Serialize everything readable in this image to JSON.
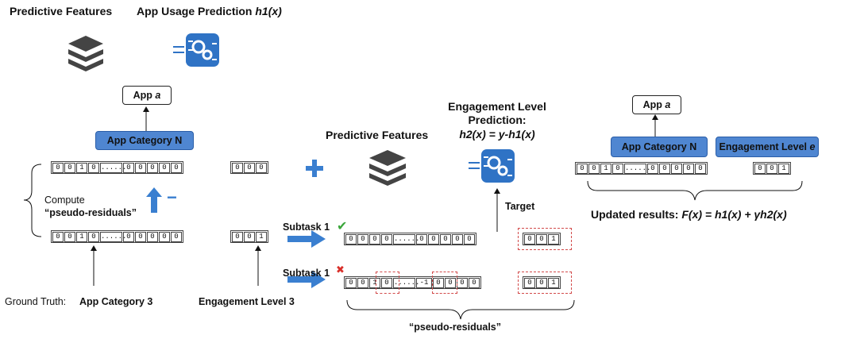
{
  "header": {
    "predictive_features": "Predictive Features",
    "app_usage_prediction": "App Usage Prediction ",
    "h1x": "h1(x)"
  },
  "left": {
    "app_box_prefix": "App ",
    "app_box_var": "a",
    "category_box": "App Category N",
    "top_vec": [
      "0",
      "0",
      "1",
      "0",
      "......",
      "0",
      "0",
      "0",
      "0",
      "0"
    ],
    "top_small_vec": [
      "0",
      "0",
      "0"
    ],
    "compute_line1": "Compute",
    "compute_line2": "“pseudo-residuals”",
    "minus": "−",
    "bottom_vec": [
      "0",
      "0",
      "1",
      "0",
      "......",
      "0",
      "0",
      "0",
      "0",
      "0"
    ],
    "bottom_small_vec": [
      "0",
      "0",
      "1"
    ],
    "ground_truth_label": "Ground Truth:",
    "ground_truth_category": "App Category 3",
    "ground_truth_engagement": "Engagement Level 3",
    "plus": "+"
  },
  "middle": {
    "predictive_features": "Predictive Features",
    "engagement_title_line1": "Engagement Level",
    "engagement_title_line2": "Prediction:",
    "engagement_formula": "h2(x) = y-h1(x)",
    "target": "Target",
    "subtask1_label": "Subtask 1",
    "subtask1_check": "✔",
    "subtask1_vec": [
      "0",
      "0",
      "0",
      "0",
      "......",
      "0",
      "0",
      "0",
      "0",
      "0"
    ],
    "subtask1_small_vec": [
      "0",
      "0",
      "1"
    ],
    "subtask2_label": "Subtask 1",
    "subtask2_cross": "✖",
    "subtask2_vec": [
      "0",
      "0",
      "1",
      "0",
      "......",
      "-1",
      "0",
      "0",
      "0",
      "0"
    ],
    "subtask2_small_vec": [
      "0",
      "0",
      "1"
    ],
    "pseudo_residuals": "“pseudo-residuals”"
  },
  "right": {
    "app_box_prefix": "App ",
    "app_box_var": "a",
    "category_box": "App Category N",
    "engagement_box_prefix": "Engagement Level ",
    "engagement_box_var": "e",
    "vec": [
      "0",
      "0",
      "1",
      "0",
      "......",
      "0",
      "0",
      "0",
      "0",
      "0"
    ],
    "small_vec": [
      "0",
      "0",
      "1"
    ],
    "updated_prefix": "Updated results: ",
    "updated_formula": "F(x) = h1(x) + γh2(x)"
  },
  "colors": {
    "blue_box": "#4f86d1",
    "arrow_blue": "#3a7fd0",
    "check_green": "#3aa63a",
    "cross_red": "#d9302a",
    "dashed_red": "#d24a4a"
  },
  "icons": [
    "database-stack-icon",
    "ai-gear-chip-icon",
    "plus-icon",
    "arrow-up-icon",
    "arrow-right-icon",
    "check-icon",
    "cross-icon"
  ]
}
